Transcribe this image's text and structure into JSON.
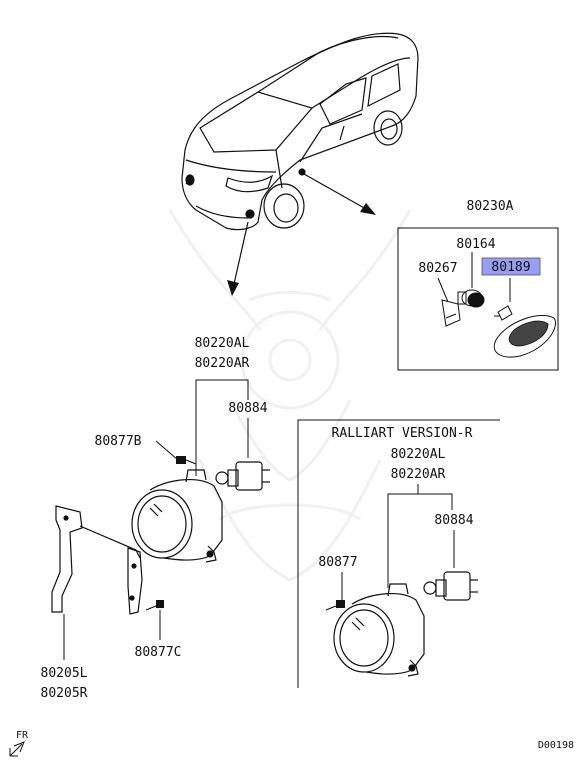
{
  "parts": {
    "side_turn_assembly": "80230A",
    "socket": "80164",
    "bulb_side": "80189",
    "clip": "80267",
    "fog_lamp_al": "80220AL",
    "fog_lamp_ar": "80220AR",
    "bulb_fog": "80884",
    "screw_b": "80877B",
    "bracket_l": "80205L",
    "bracket_r": "80205R",
    "screw_c": "80877C",
    "rv_fog_lamp_al": "80220AL",
    "rv_fog_lamp_ar": "80220AR",
    "rv_bulb_fog": "80884",
    "rv_screw": "80877"
  },
  "section_title": "RALLIART VERSION-R",
  "direction_label": "FR",
  "diagram_code": "D00198",
  "colors": {
    "highlight": "#9a9ef0",
    "line": "#111111",
    "watermark": "#e6e6e6"
  }
}
